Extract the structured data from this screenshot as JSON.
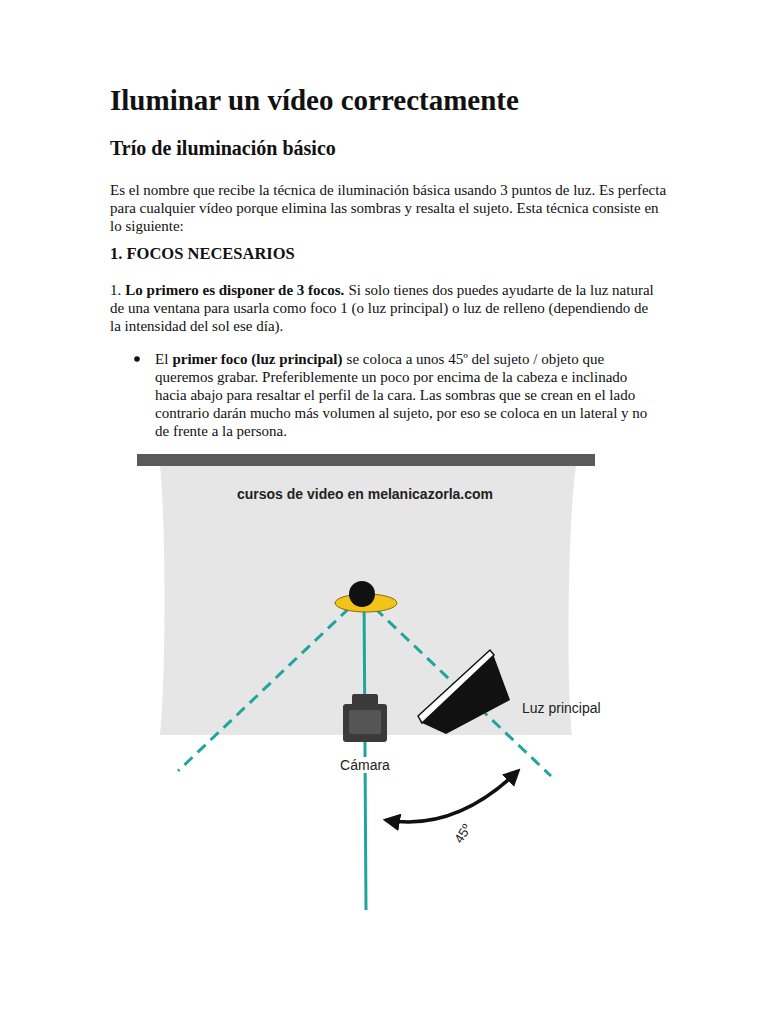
{
  "diagram": {
    "title": "Iluminar un vídeo correctamente",
    "labels": [
      "Trío de iluminación básico",
      "Es el nombre que recibe la técnica de iluminación básica usando 3 puntos de luz. Es perfecta para cualquier vídeo porque elimina las sombras y resalta el sujeto. Esta técnica consiste en lo siguiente:",
      "1. FOCOS NECESARIOS",
      "1.",
      "Lo primero es disponer de 3 focos.",
      "Si solo tienes dos puedes ayudarte de la luz natural de una ventana para usarla como foco 1 (o luz principal) o luz de relleno (dependiendo de la intensidad del sol ese día).",
      "El",
      "primer foco (luz principal)",
      "se coloca a unos 45º del sujeto / objeto que queremos grabar. Preferiblemente un poco por encima de la cabeza e inclinado hacia abajo para resaltar el perfil de la cara. Las sombras que se crean en el lado contrario darán mucho más volumen al sujeto, por eso se coloca en un lateral y no de frente a la persona.",
      "cursos de video en melanicazorla.com",
      "Luz principal",
      "Cámara",
      "45º"
    ]
  }
}
